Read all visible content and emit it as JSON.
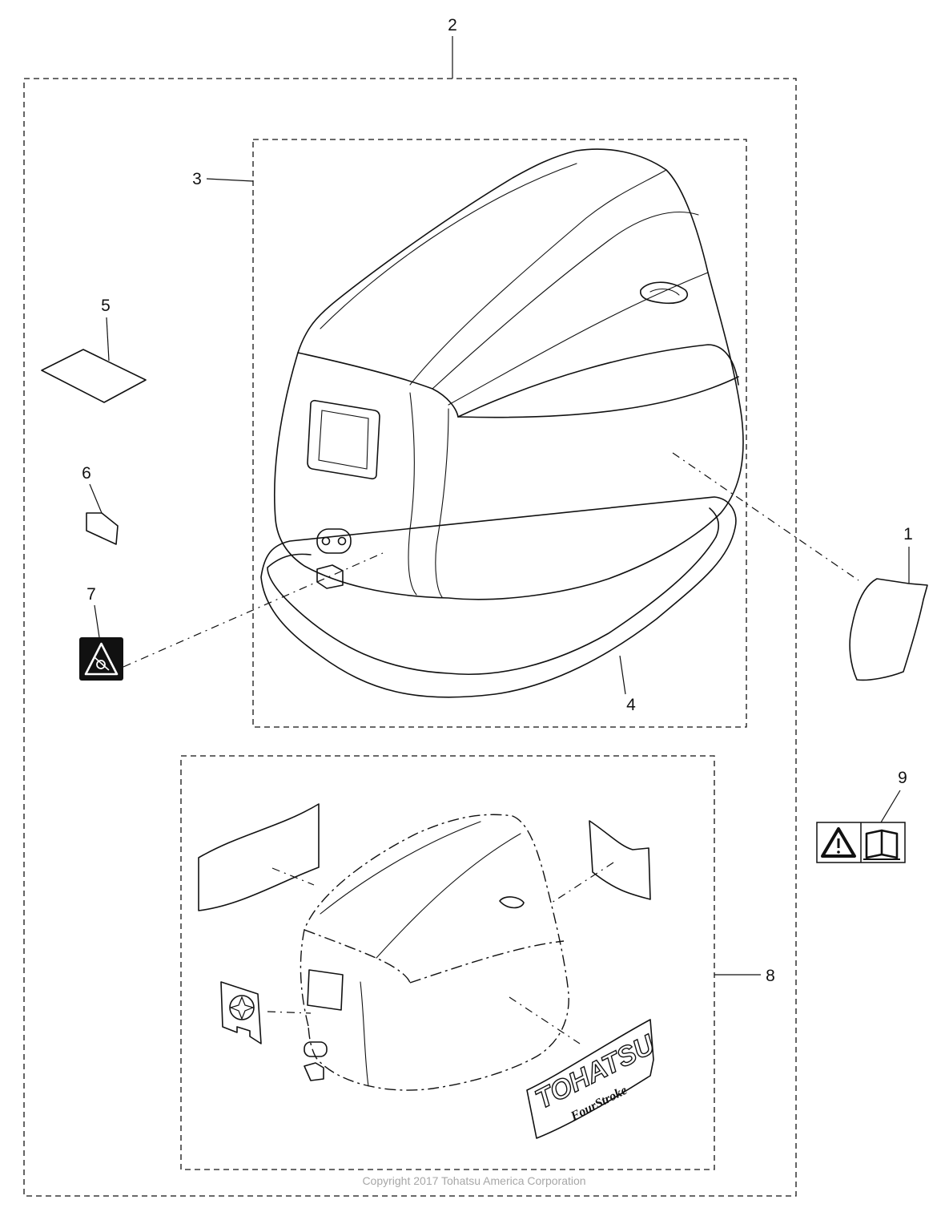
{
  "callouts": {
    "c1": "1",
    "c2": "2",
    "c3": "3",
    "c4": "4",
    "c5": "5",
    "c6": "6",
    "c7": "7",
    "c8": "8",
    "c9": "9"
  },
  "decal_brand": "TOHATSU",
  "decal_sub": "FourStroke",
  "copyright": "Copyright 2017 Tohatsu America Corporation"
}
